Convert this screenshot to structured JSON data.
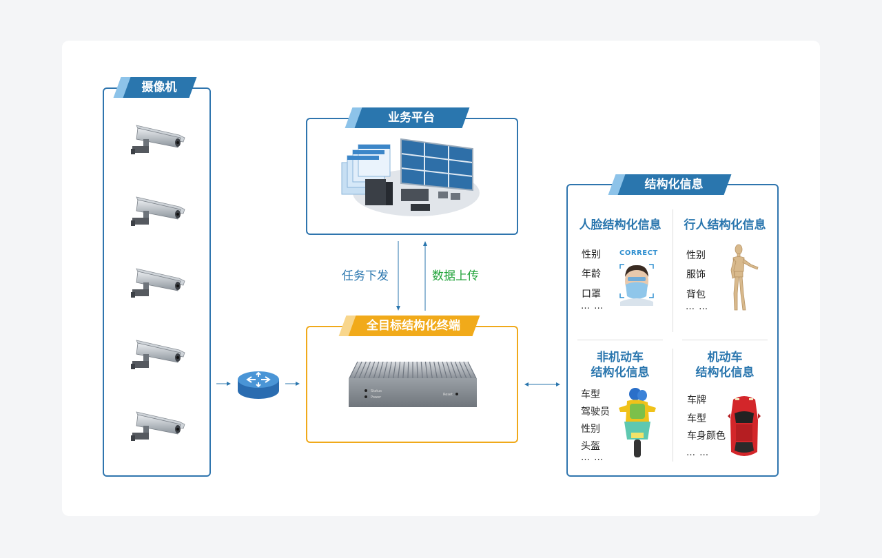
{
  "camera_box": {
    "title": "摄像机",
    "camera_count": 5
  },
  "platform_box": {
    "title": "业务平台"
  },
  "flows": {
    "down_label": "任务下发",
    "up_label": "数据上传",
    "down_color": "#2a76ae",
    "up_color": "#21a33a"
  },
  "terminal_box": {
    "title": "全目标结构化终端",
    "status_label": "Status",
    "power_label": "Power",
    "reset_label": "Reset"
  },
  "struct_box": {
    "title": "结构化信息",
    "face": {
      "title": "人脸结构化信息",
      "attrs": [
        "性别",
        "年龄",
        "口罩"
      ],
      "more": "… …",
      "badge": "CORRECT"
    },
    "pedestrian": {
      "title": "行人结构化信息",
      "attrs": [
        "性别",
        "服饰",
        "背包"
      ],
      "more": "… …"
    },
    "nonmotor": {
      "title_line1": "非机动车",
      "title_line2": "结构化信息",
      "attrs": [
        "车型",
        "驾驶员",
        "性别",
        "头盔"
      ],
      "more": "… …"
    },
    "motor": {
      "title_line1": "机动车",
      "title_line2": "结构化信息",
      "attrs": [
        "车牌",
        "车型",
        "车身颜色"
      ],
      "more": "… …"
    }
  },
  "colors": {
    "blue": "#2a76ae",
    "orange": "#f1aa1a",
    "green": "#21a33a"
  }
}
